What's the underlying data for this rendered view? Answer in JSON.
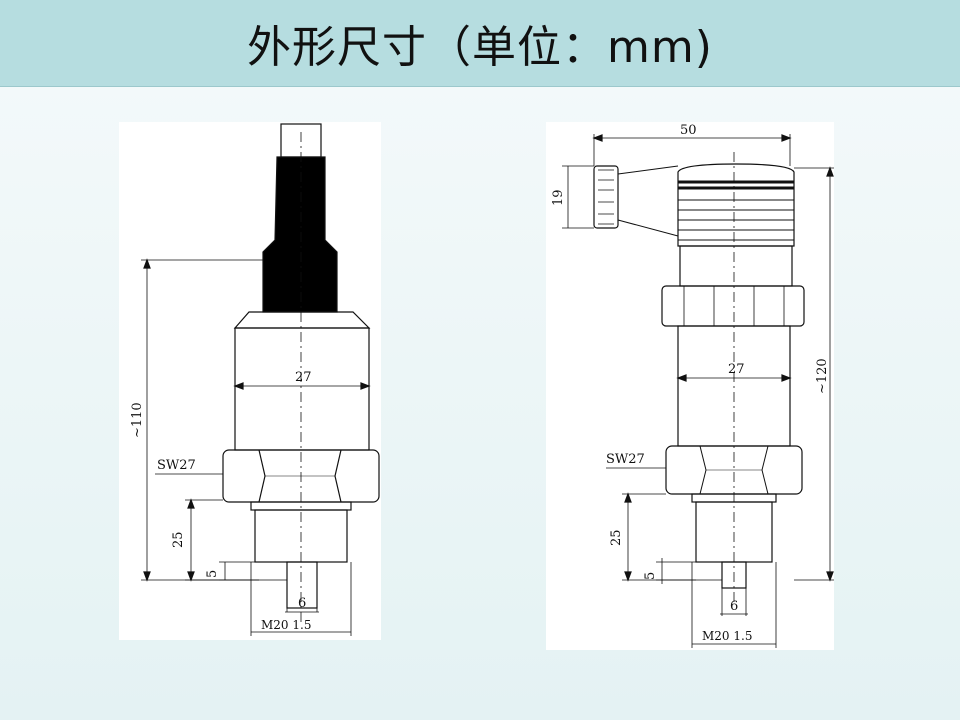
{
  "title": "外形尺寸（单位：mm)",
  "left_drawing": {
    "overall_length": "~110",
    "body_diameter": "27",
    "hex_size": "SW27",
    "thread_length": "25",
    "groove": "5",
    "port_diameter": "6",
    "thread_spec": "M20  1.5"
  },
  "right_drawing": {
    "connector_width": "50",
    "connector_height": "19",
    "overall_length": "~120",
    "body_diameter": "27",
    "hex_size": "SW27",
    "thread_length": "25",
    "groove": "5",
    "port_diameter": "6",
    "thread_spec": "M20  1.5"
  }
}
